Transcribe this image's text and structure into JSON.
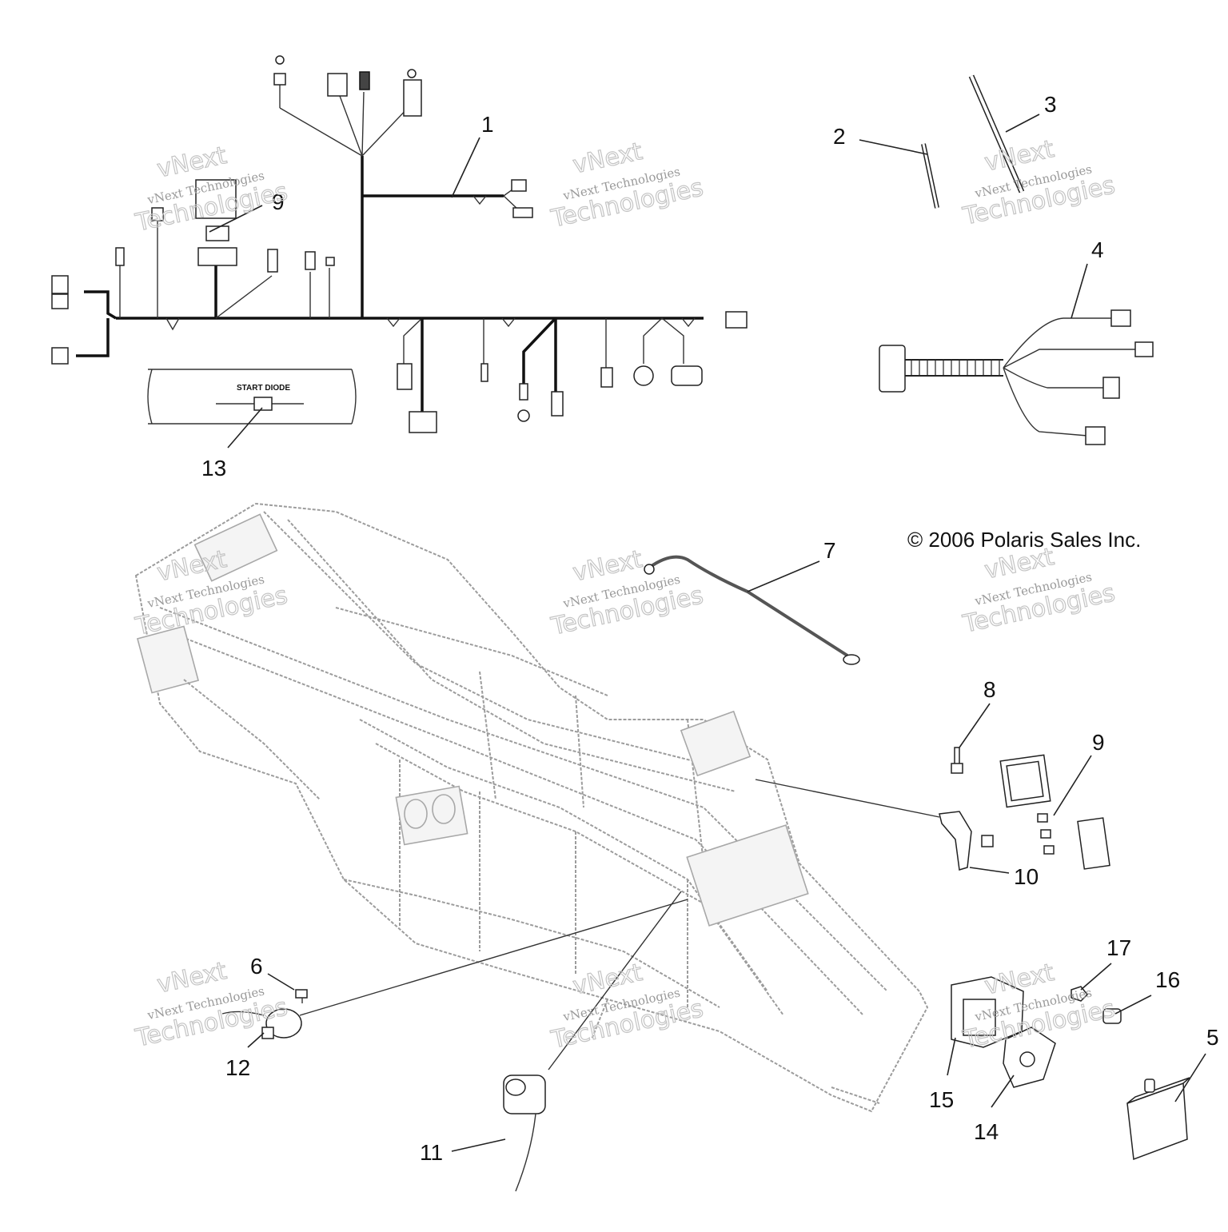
{
  "callouts": {
    "c1": "1",
    "c2": "2",
    "c3": "3",
    "c4": "4",
    "c5": "5",
    "c6": "6",
    "c7": "7",
    "c8": "8",
    "c9a": "9",
    "c9b": "9",
    "c10": "10",
    "c11": "11",
    "c12": "12",
    "c13": "13",
    "c14": "14",
    "c15": "15",
    "c16": "16",
    "c17": "17"
  },
  "copyright": "© 2006 Polaris Sales Inc.",
  "start_diode_label": "START DIODE",
  "watermark": {
    "line1": "vNext Technologies",
    "line2": "vNext",
    "line3": "Technologies"
  }
}
